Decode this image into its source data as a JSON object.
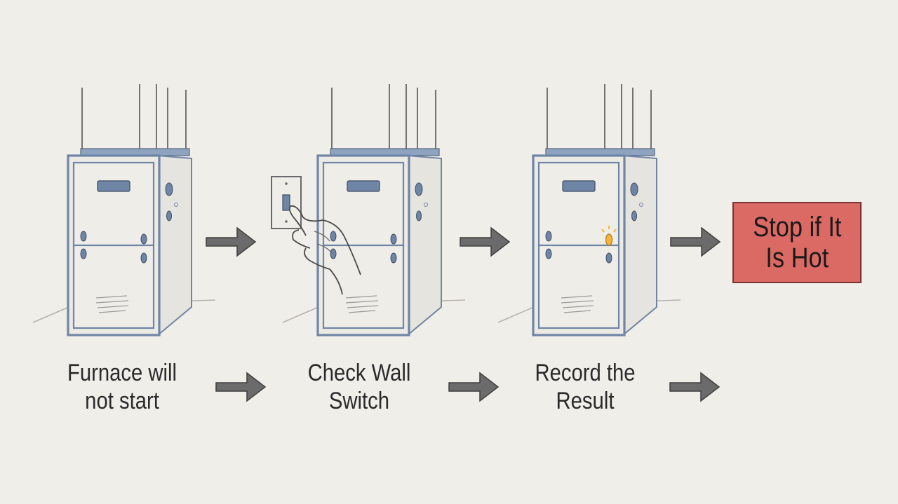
{
  "steps": [
    {
      "line1": "Furnace will",
      "line2": "not start"
    },
    {
      "line1": "Check Wall",
      "line2": "Switch"
    },
    {
      "line1": "Record the",
      "line2": "Result"
    }
  ],
  "stop": {
    "line1": "Stop if It",
    "line2": "Is Hot"
  },
  "colors": {
    "background": "#f0eee8",
    "furnace_outline": "#6f85a6",
    "furnace_fill": "#e9e7e2",
    "arrow": "#6b6b6b",
    "stop_fill": "#dc6a64",
    "indicator": "#f3b63a"
  },
  "icons": [
    "furnace-icon",
    "wall-switch-icon",
    "hand-icon",
    "arrow-right-icon",
    "indicator-light-icon"
  ]
}
